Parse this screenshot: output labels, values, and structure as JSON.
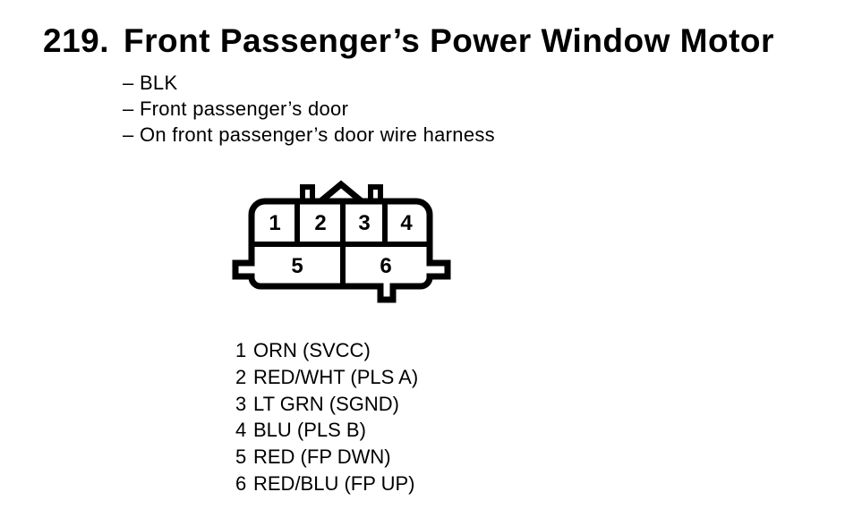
{
  "document": {
    "item_number": "219.",
    "title": "Front Passenger’s Power Window Motor",
    "attributes": [
      "– BLK",
      "– Front passenger’s door",
      "– On front passenger’s door wire harness"
    ]
  },
  "connector": {
    "cavity_labels_top": [
      "1",
      "2",
      "3",
      "4"
    ],
    "cavity_labels_bottom": [
      "5",
      "6"
    ]
  },
  "pin_list": [
    {
      "num": "1",
      "label": "ORN (SVCC)"
    },
    {
      "num": "2",
      "label": "RED/WHT (PLS A)"
    },
    {
      "num": "3",
      "label": "LT GRN (SGND)"
    },
    {
      "num": "4",
      "label": "BLU (PLS B)"
    },
    {
      "num": "5",
      "label": "RED (FP DWN)"
    },
    {
      "num": "6",
      "label": "RED/BLU (FP UP)"
    }
  ],
  "colors": {
    "ink": "#000000",
    "paper": "#ffffff"
  }
}
